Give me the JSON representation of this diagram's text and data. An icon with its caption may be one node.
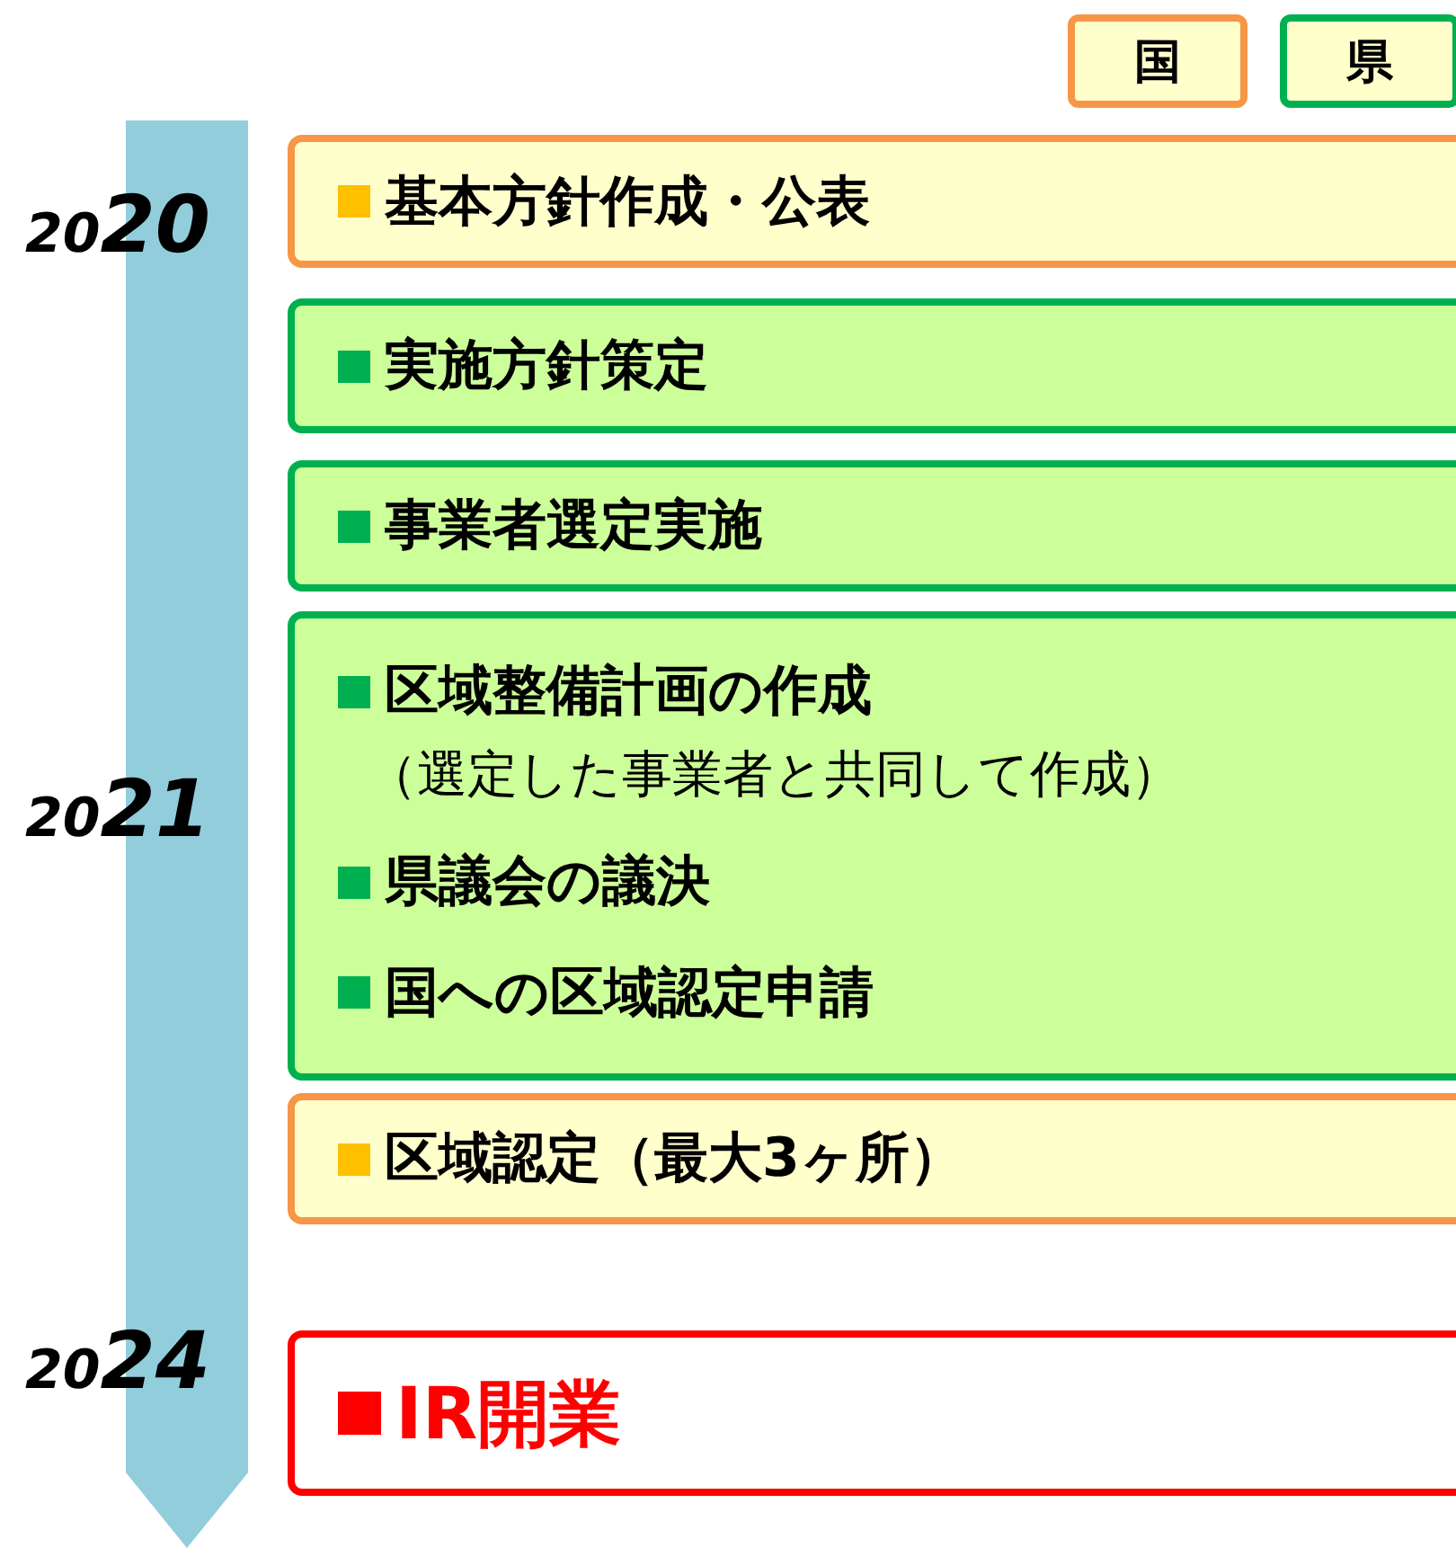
{
  "diagram": {
    "nodes": [
      {
        "text": [
          "基本方針作成・公表"
        ]
      },
      {
        "text": [
          "実施方針策定"
        ]
      },
      {
        "text": [
          "事業者選定実施"
        ]
      },
      {
        "text": [
          "区域整備計画の作成",
          "（選定した事業者と共同して作成）",
          "県議会の議決",
          "国への区域認定申請"
        ]
      },
      {
        "text": [
          "区域認定（最大3ヶ所）"
        ]
      },
      {
        "text": [
          "IR開業"
        ]
      }
    ],
    "labels": [
      "2020",
      "2021",
      "2024"
    ],
    "legend": [
      {
        "text": "国",
        "color": "#f79646"
      },
      {
        "text": "県",
        "color": "#00b050"
      }
    ]
  }
}
